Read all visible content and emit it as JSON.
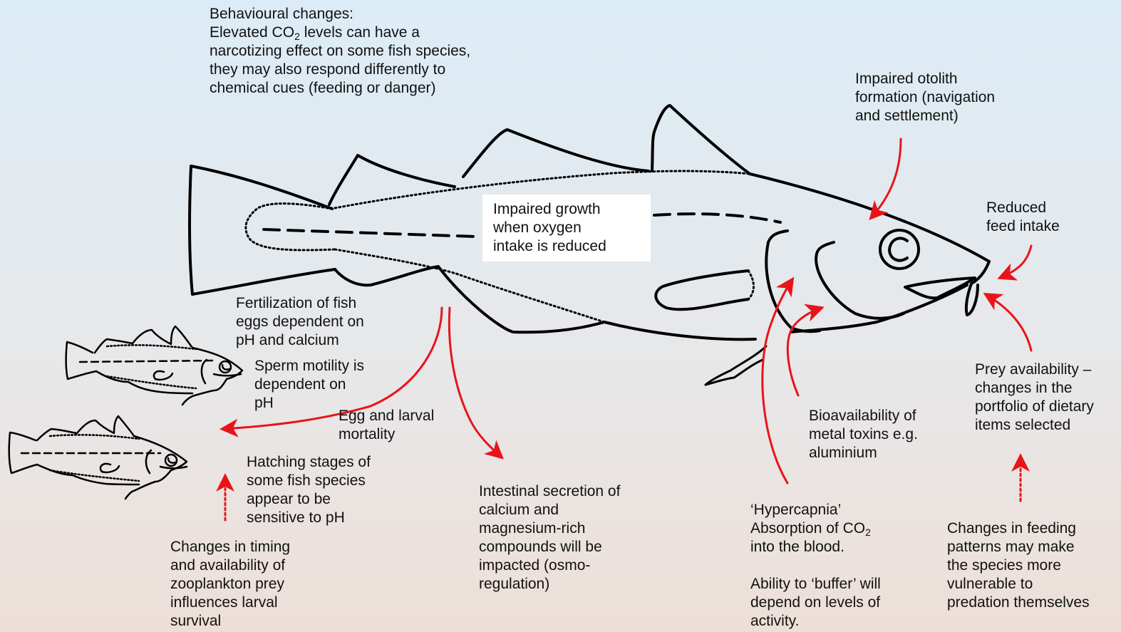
{
  "diagram": {
    "labels": {
      "behavioural": [
        "Behavioural changes:",
        "Elevated CO",
        "2",
        " levels can have a",
        "narcotizing effect on some fish species,",
        "they may also respond differently to",
        "chemical cues (feeding or danger)"
      ],
      "growth": [
        "Impaired growth",
        "when oxygen",
        "intake is reduced"
      ],
      "otolith": [
        "Impaired otolith",
        "formation (navigation",
        "and settlement)"
      ],
      "feed": [
        "Reduced",
        "feed intake"
      ],
      "fertilization": [
        "Fertilization of fish",
        "eggs dependent on",
        "pH and calcium"
      ],
      "sperm": [
        "Sperm motility is",
        "dependent on",
        "pH"
      ],
      "egg_mortality": [
        "Egg and larval",
        "mortality"
      ],
      "hatching": [
        "Hatching stages of",
        "some fish species",
        "appear to be",
        "sensitive to pH"
      ],
      "zooplankton": [
        "Changes in timing",
        "and availability of",
        "zooplankton prey",
        "influences larval",
        "survival"
      ],
      "intestinal": [
        "Intestinal secretion of",
        "calcium and",
        "magnesium-rich",
        "compounds will be",
        "impacted (osmo-",
        "regulation)"
      ],
      "metal": [
        "Bioavailability of",
        "metal toxins e.g.",
        "aluminium"
      ],
      "hypercapnia": [
        "‘Hypercapnia’",
        "Absorption of CO",
        "2",
        "into the blood.",
        "Ability to ‘buffer’ will",
        "depend on levels of",
        "activity."
      ],
      "prey": [
        "Prey availability –",
        "changes in the",
        "portfolio of dietary",
        "items selected"
      ],
      "predation": [
        "Changes in feeding",
        "patterns may make",
        "the species more",
        "vulnerable to",
        "predation themselves"
      ]
    },
    "colors": {
      "arrow": "#e8141a",
      "outline": "#000000",
      "box": "#ffffff"
    }
  }
}
